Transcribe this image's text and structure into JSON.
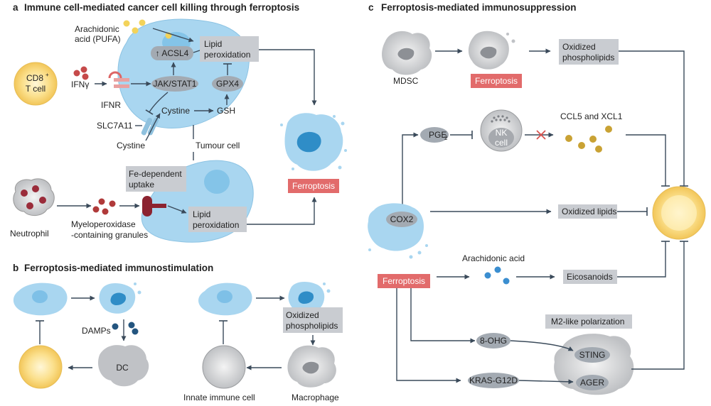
{
  "colors": {
    "tumour_cell": "#a9d6f0",
    "tumour_nucleus": "#6cb7e3",
    "ferroptosis_box": "#e26b6b",
    "label_box": "#c9ccd1",
    "tcell": "#f7d57a",
    "arrow": "#3a4a5a"
  },
  "section_a": {
    "letter": "a",
    "title": "Immune cell-mediated cancer cell killing through ferroptosis",
    "arachidonic_acid": [
      "Arachidonic",
      "acid (PUFA)"
    ],
    "acsl4": "↑ ACSL4",
    "lipid_peroxidation": [
      "Lipid",
      "peroxidation"
    ],
    "cd8_t_cell": [
      "CD8",
      "+",
      "T cell"
    ],
    "ifng": "IFNγ",
    "ifnr": "IFNR",
    "jak_stat1": "JAK/STAT1",
    "gpx4": "GPX4",
    "cystine": "Cystine",
    "gsh": "GSH",
    "slc7a11": "SLC7A11",
    "cystine_outside": "Cystine",
    "tumour_cell": "Tumour cell",
    "fe_uptake": [
      "Fe-dependent",
      "uptake"
    ],
    "neutrophil": "Neutrophil",
    "granules": [
      "Myeloperoxidase",
      "-containing granules"
    ],
    "lipid_peroxidation_2": [
      "Lipid",
      "peroxidation"
    ],
    "ferroptosis": "Ferroptosis"
  },
  "section_b": {
    "letter": "b",
    "title": "Ferroptosis-mediated immunostimulation",
    "damps": "DAMPs",
    "dc": "DC",
    "oxidized_phospholipids": [
      "Oxidized",
      "phospholipids"
    ],
    "innate_immune_cell": "Innate immune cell",
    "macrophage": "Macrophage"
  },
  "section_c": {
    "letter": "c",
    "title": "Ferroptosis-mediated immunosuppression",
    "mdsc": "MDSC",
    "ferroptosis_top": "Ferroptosis",
    "oxidized_phospholipids": [
      "Oxidized",
      "phospholipids"
    ],
    "pge2": [
      "PGE",
      "2"
    ],
    "nk_cell": [
      "NK",
      "cell"
    ],
    "ccl5_xcl1": "CCL5 and XCL1",
    "cox2": "COX2",
    "oxidized_lipids": "Oxidized lipids",
    "arachidonic_acid": "Arachidonic acid",
    "ferroptosis_bottom": "Ferroptosis",
    "eicosanoids": "Eicosanoids",
    "m2_polarization": "M2-like polarization",
    "ohg": "8-OHG",
    "sting": "STING",
    "kras": "KRAS-G12D",
    "ager": "AGER"
  }
}
